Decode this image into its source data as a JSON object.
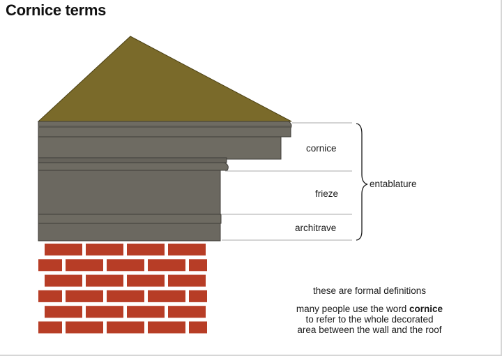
{
  "title": "Cornice terms",
  "labels": {
    "cornice": "cornice",
    "frieze": "frieze",
    "architrave": "architrave",
    "entablature": "entablature"
  },
  "notes": {
    "line1": "these are formal definitions",
    "line2_pre": "many people use the word ",
    "line2_bold": "cornice",
    "line3": "to refer to the whole decorated",
    "line4": "area between the wall and the roof"
  },
  "colors": {
    "roof": "#7a6a2a",
    "stone": "#6e6b62",
    "stone_dark": "#57554e",
    "brick": "#b73d26",
    "mortar": "#ffffff",
    "guide_line": "#a9a9a9"
  }
}
